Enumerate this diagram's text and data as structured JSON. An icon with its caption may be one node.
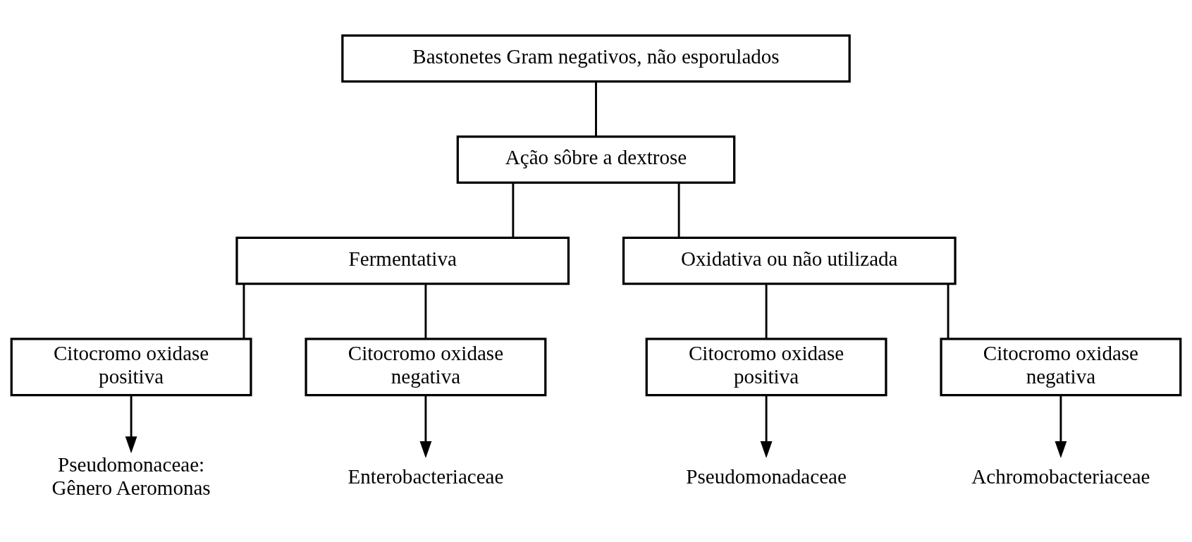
{
  "diagram": {
    "nodes": [
      {
        "text": [
          "Bastonetes Gram negativos, não esporulados"
        ]
      },
      {
        "text": [
          "Ação sôbre a dextrose"
        ]
      },
      {
        "text": [
          "Fermentativa"
        ]
      },
      {
        "text": [
          "Oxidativa ou não utilizada"
        ]
      },
      {
        "text": [
          "Citocromo oxidase positiva"
        ]
      },
      {
        "text": [
          "Citocromo oxidase negativa"
        ]
      },
      {
        "text": [
          "Citocromo oxidase positiva"
        ]
      },
      {
        "text": [
          "Citocromo oxidase negativa"
        ]
      },
      {
        "text": [
          "Pseudomonaceae: Gênero Aeromonas"
        ]
      },
      {
        "text": [
          "Enterobacteriaceae"
        ]
      },
      {
        "text": [
          "Pseudomonadaceae"
        ]
      },
      {
        "text": [
          "Achromobacteriaceae"
        ]
      }
    ],
    "edges": [
      {
        "from": 0,
        "to": 1,
        "arrow": "none"
      },
      {
        "from": 1,
        "to": 2,
        "arrow": "none"
      },
      {
        "from": 1,
        "to": 3,
        "arrow": "none"
      },
      {
        "from": 2,
        "to": 4,
        "arrow": "none"
      },
      {
        "from": 2,
        "to": 5,
        "arrow": "none"
      },
      {
        "from": 3,
        "to": 6,
        "arrow": "none"
      },
      {
        "from": 3,
        "to": 7,
        "arrow": "none"
      },
      {
        "from": 4,
        "to": 8,
        "arrow": "to"
      },
      {
        "from": 5,
        "to": 9,
        "arrow": "to"
      },
      {
        "from": 6,
        "to": 10,
        "arrow": "to"
      },
      {
        "from": 7,
        "to": 11,
        "arrow": "to"
      }
    ]
  }
}
